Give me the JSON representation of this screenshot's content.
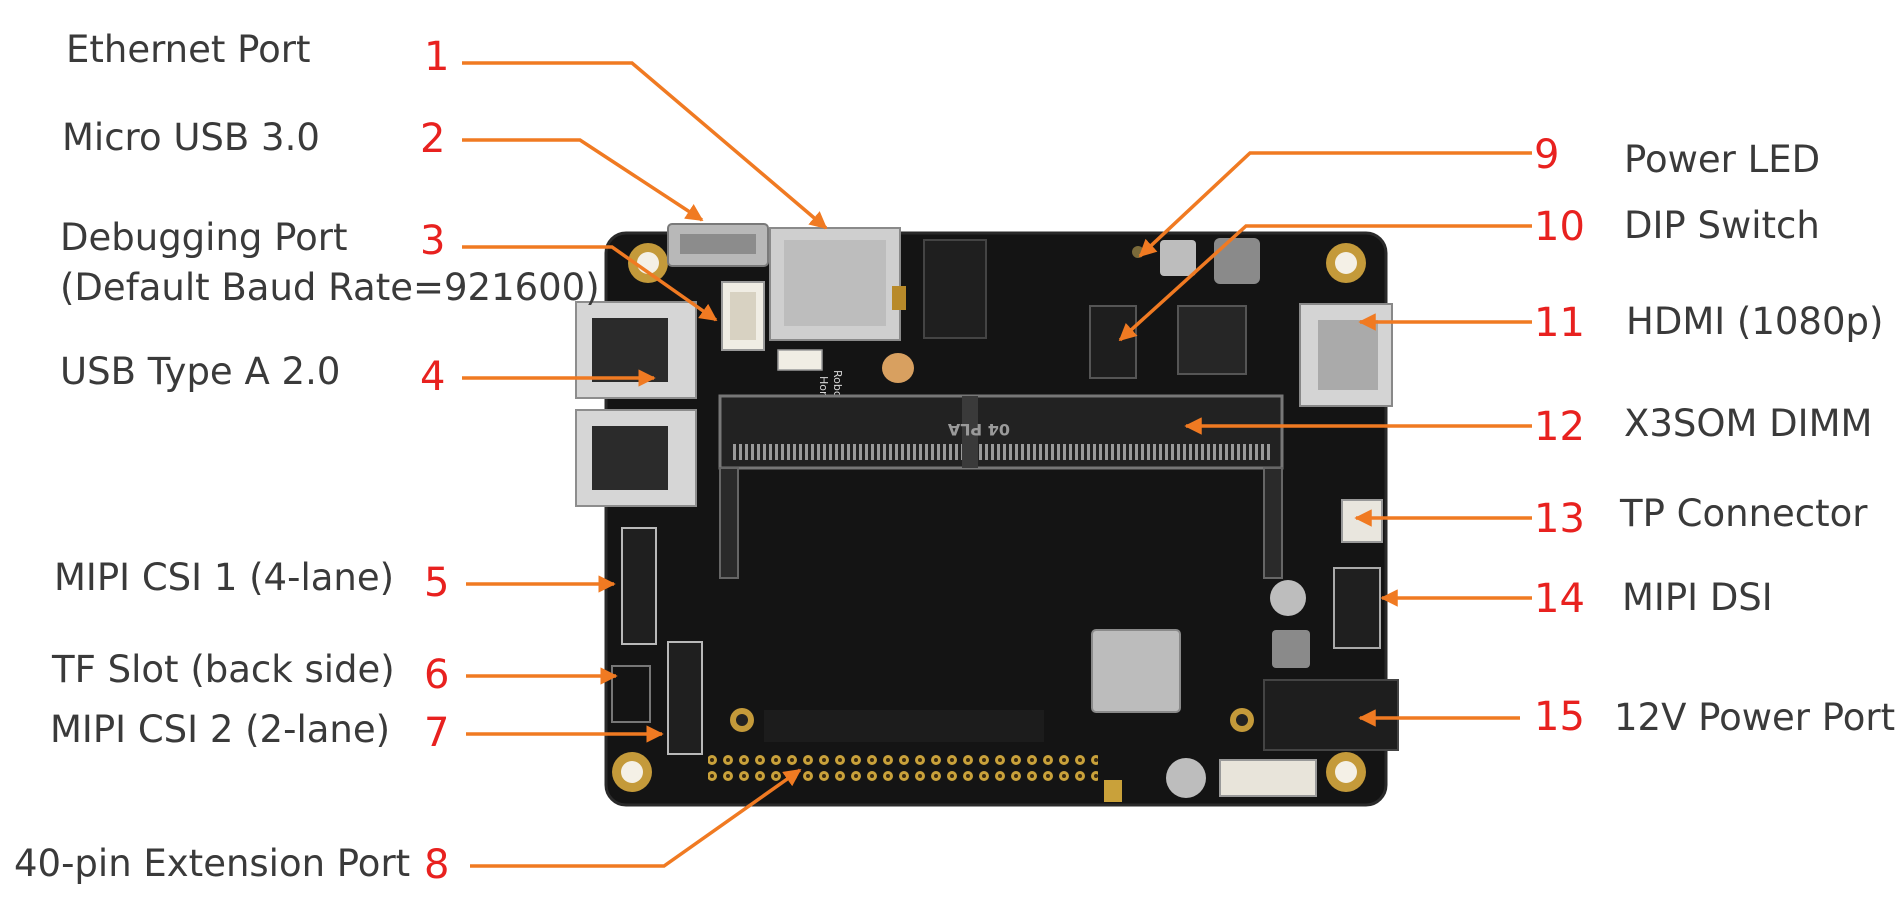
{
  "colors": {
    "label_text": "#3a3a3a",
    "number_text": "#e8211f",
    "leader_line": "#f07a22",
    "board": "#141414"
  },
  "callouts": [
    {
      "number": "1",
      "label": "Ethernet Port"
    },
    {
      "number": "2",
      "label": "Micro USB 3.0"
    },
    {
      "number": "3",
      "label": "Debugging Port",
      "label_line2": "(Default Baud Rate=921600)"
    },
    {
      "number": "4",
      "label": "USB Type A 2.0"
    },
    {
      "number": "5",
      "label": "MIPI CSI 1 (4-lane)"
    },
    {
      "number": "6",
      "label": "TF Slot (back side)"
    },
    {
      "number": "7",
      "label": "MIPI CSI 2 (2-lane)"
    },
    {
      "number": "8",
      "label": "40-pin Extension Port"
    },
    {
      "number": "9",
      "label": "Power LED"
    },
    {
      "number": "10",
      "label": "DIP Switch"
    },
    {
      "number": "11",
      "label": "HDMI (1080p)"
    },
    {
      "number": "12",
      "label": "X3SOM DIMM"
    },
    {
      "number": "13",
      "label": "TP Connector"
    },
    {
      "number": "14",
      "label": "MIPI DSI"
    },
    {
      "number": "15",
      "label": "12V Power Port"
    }
  ],
  "board_text": {
    "brand": "Horizon",
    "brand_line2": "Robotics",
    "slot_marking": "04 PLA"
  }
}
